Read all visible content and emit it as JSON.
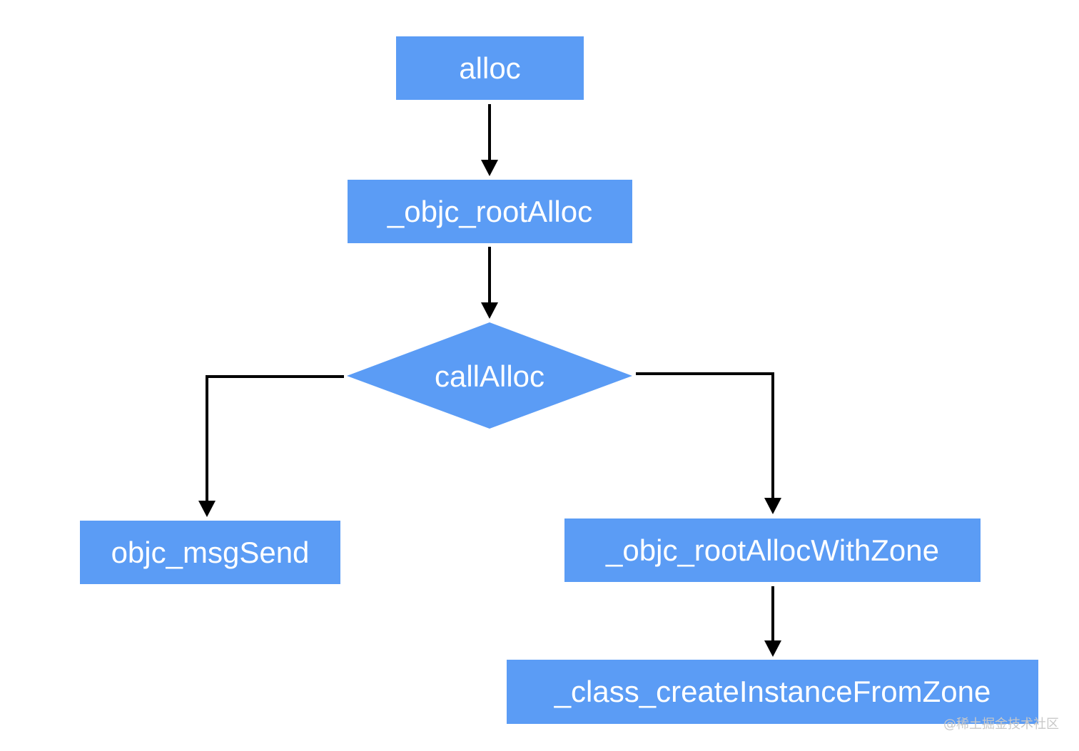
{
  "nodes": {
    "alloc": "alloc",
    "objc_rootAlloc": "_objc_rootAlloc",
    "callAlloc": "callAlloc",
    "objc_msgSend": "objc_msgSend",
    "objc_rootAllocWithZone": "_objc_rootAllocWithZone",
    "class_createInstanceFromZone": "_class_createInstanceFromZone"
  },
  "colors": {
    "node_fill": "#5B9CF5",
    "node_text": "#ffffff",
    "connector": "#000000"
  },
  "watermark": "@稀土掘金技术社区"
}
